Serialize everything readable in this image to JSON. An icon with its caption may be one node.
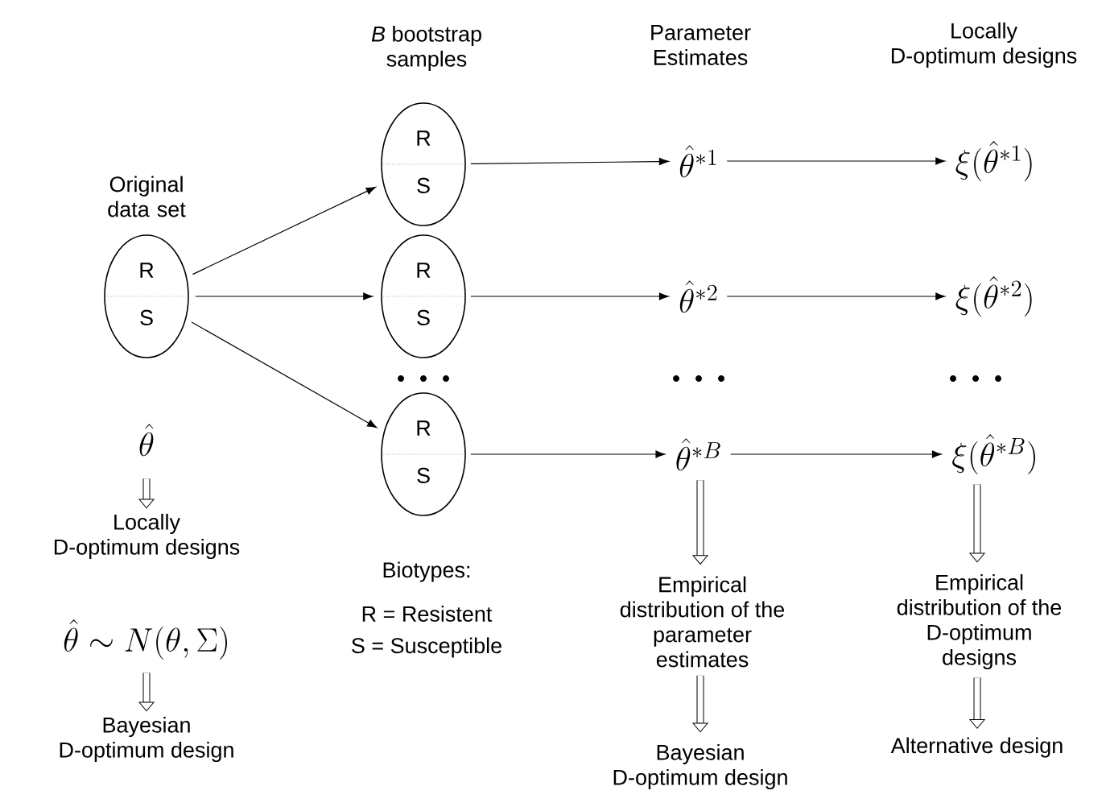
{
  "diagram": {
    "nodes": [
      {
        "text": [
          "R",
          "S"
        ],
        "beside": [
          "Original data set"
        ]
      },
      {
        "text": [
          "R",
          "S"
        ]
      },
      {
        "text": [
          "R",
          "S"
        ]
      },
      {
        "text": [
          "R",
          "S"
        ]
      },
      {
        "text": [
          "\\hat{\\theta}^{*1}"
        ]
      },
      {
        "text": [
          "\\hat{\\theta}^{*2}"
        ]
      },
      {
        "text": [
          "\\hat{\\theta}^{*B}"
        ]
      },
      {
        "text": [
          "\\xi(\\hat{\\theta}^{*1})"
        ]
      },
      {
        "text": [
          "\\xi(\\hat{\\theta}^{*2})"
        ]
      },
      {
        "text": [
          "\\xi(\\hat{\\theta}^{*B})"
        ]
      },
      {
        "text": [
          "\\hat{\\theta}"
        ]
      },
      {
        "text": [
          "Locally D-optimum designs"
        ]
      },
      {
        "text": [
          "\\hat{\\theta} \\sim N(\\theta, \\Sigma)"
        ]
      },
      {
        "text": [
          "Bayesian D-optimum design"
        ]
      },
      {
        "text": [
          "Empirical distribution of the parameter estimates"
        ]
      },
      {
        "text": [
          "Bayesian D-optimum design"
        ]
      },
      {
        "text": [
          "Empirical distribution of the D-optimum designs"
        ]
      },
      {
        "text": [
          "Alternative design"
        ]
      }
    ],
    "edges": [
      {
        "from": 0,
        "to": 1,
        "arrow": "to"
      },
      {
        "from": 0,
        "to": 2,
        "arrow": "to"
      },
      {
        "from": 0,
        "to": 3,
        "arrow": "to"
      },
      {
        "from": 1,
        "to": 4,
        "arrow": "to"
      },
      {
        "from": 2,
        "to": 5,
        "arrow": "to"
      },
      {
        "from": 3,
        "to": 6,
        "arrow": "to"
      },
      {
        "from": 4,
        "to": 7,
        "arrow": "to"
      },
      {
        "from": 5,
        "to": 8,
        "arrow": "to"
      },
      {
        "from": 6,
        "to": 9,
        "arrow": "to"
      },
      {
        "from": 10,
        "to": 11,
        "arrow": "to",
        "style": "thick"
      },
      {
        "from": 12,
        "to": 13,
        "arrow": "to",
        "style": "thick"
      },
      {
        "from": 6,
        "to": 14,
        "arrow": "to",
        "style": "thick"
      },
      {
        "from": 14,
        "to": 15,
        "arrow": "to",
        "style": "thick"
      },
      {
        "from": 9,
        "to": 16,
        "arrow": "to",
        "style": "thick"
      },
      {
        "from": 16,
        "to": 17,
        "arrow": "to",
        "style": "thick"
      }
    ],
    "labels": [
      "*B* bootstrap samples",
      "Parameter Estimates",
      "Locally D-optimum designs",
      "Biotypes:",
      "R = Resistent",
      "S = Susceptible"
    ]
  }
}
